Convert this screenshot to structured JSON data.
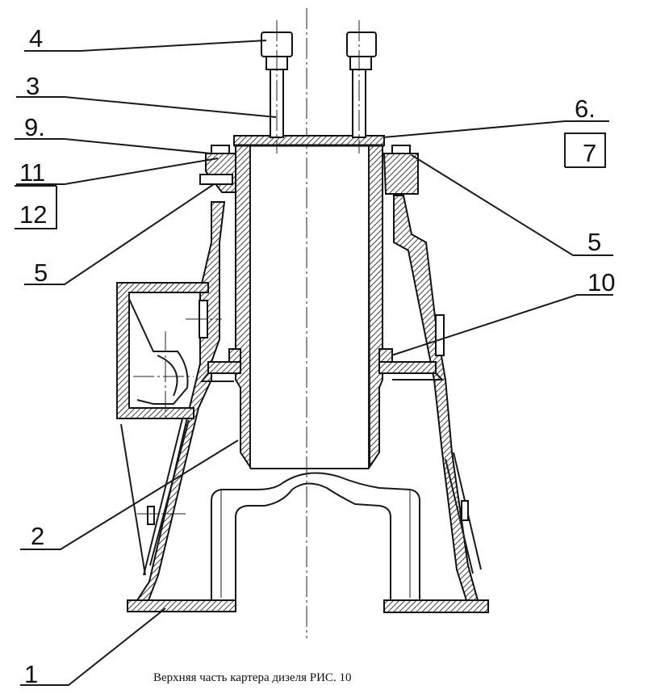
{
  "caption": "Верхняя часть картера дизеля РИС. 10",
  "callouts": {
    "c1": "1",
    "c2": "2",
    "c3": "3",
    "c4": "4",
    "c5_left": "5",
    "c5_right": "5",
    "c6": "6.",
    "c7": "7",
    "c9": "9.",
    "c10": "10",
    "c11": "11",
    "c12": "12"
  }
}
